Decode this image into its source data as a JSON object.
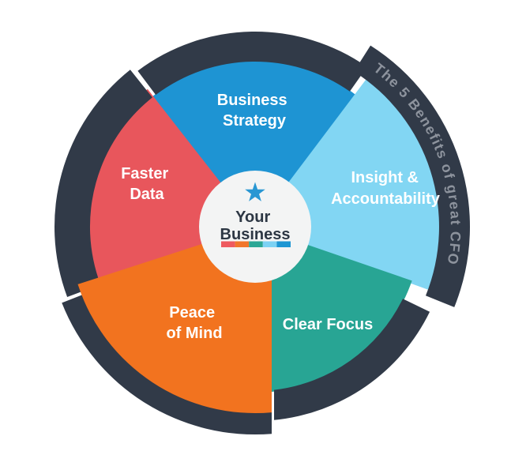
{
  "ring": {
    "label": "The 5 Benefits of great CFO",
    "color": "#313a48",
    "text_color": "#8d939d"
  },
  "center": {
    "line1": "Your",
    "line2": "Business",
    "text_color": "#2d3744",
    "bg_color": "#f3f4f4",
    "star_color": "#2997d3",
    "bar_colors": [
      "#ee5a5f",
      "#f1762b",
      "#2ba795",
      "#7cd2f4",
      "#1d96d3"
    ]
  },
  "segments": [
    {
      "label": "Business Strategy",
      "lines": [
        "Business",
        "Strategy"
      ],
      "color": "#1e94d3",
      "position": "top"
    },
    {
      "label": "Insight & Accountability",
      "lines": [
        "Insight &",
        "Accountability"
      ],
      "color": "#82d6f3",
      "position": "right"
    },
    {
      "label": "Clear Focus",
      "lines": [
        "Clear Focus"
      ],
      "color": "#28a594",
      "position": "bottom-right"
    },
    {
      "label": "Peace of Mind",
      "lines": [
        "Peace",
        "of Mind"
      ],
      "color": "#f2731f",
      "position": "bottom-left"
    },
    {
      "label": "Faster Data",
      "lines": [
        "Faster",
        "Data"
      ],
      "color": "#e8565c",
      "position": "left"
    }
  ]
}
